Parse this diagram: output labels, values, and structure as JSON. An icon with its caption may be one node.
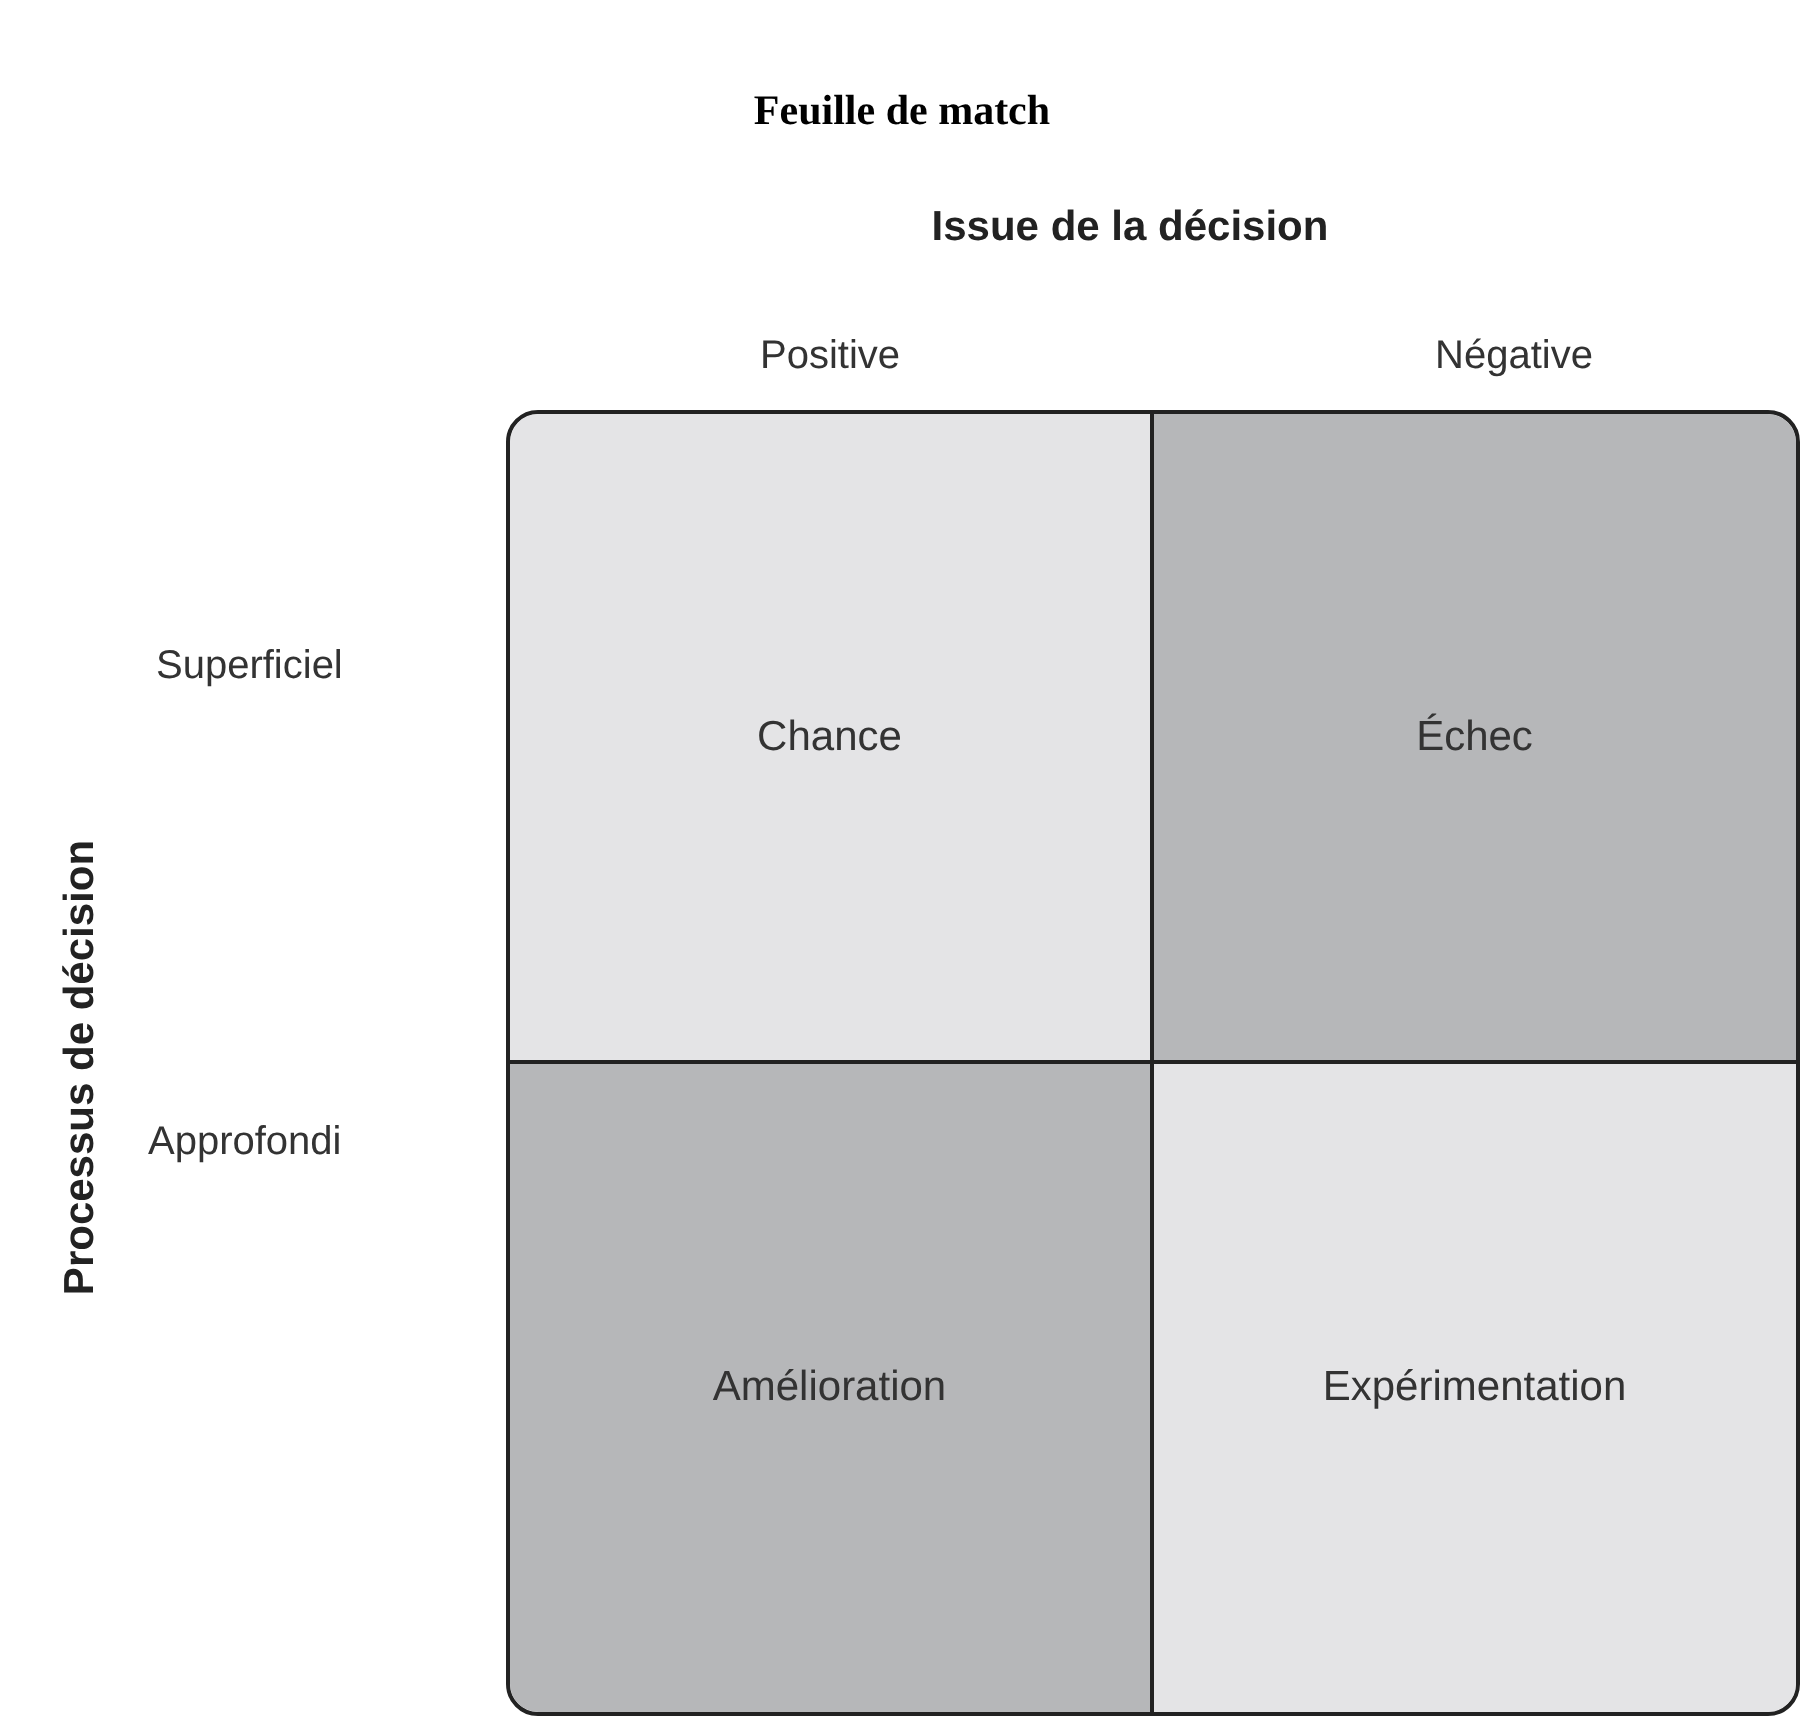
{
  "diagram": {
    "title": "Feuille de match",
    "nodes": [
      {
        "text": [
          "Chance"
        ]
      },
      {
        "text": [
          "Échec"
        ]
      },
      {
        "text": [
          "Amélioration"
        ]
      },
      {
        "text": [
          "Expérimentation"
        ]
      }
    ],
    "edges": [],
    "labels": [
      "Issue de la décision",
      "Positive",
      "Négative",
      "Processus de décision",
      "Superficiel",
      "Approfondi"
    ]
  }
}
